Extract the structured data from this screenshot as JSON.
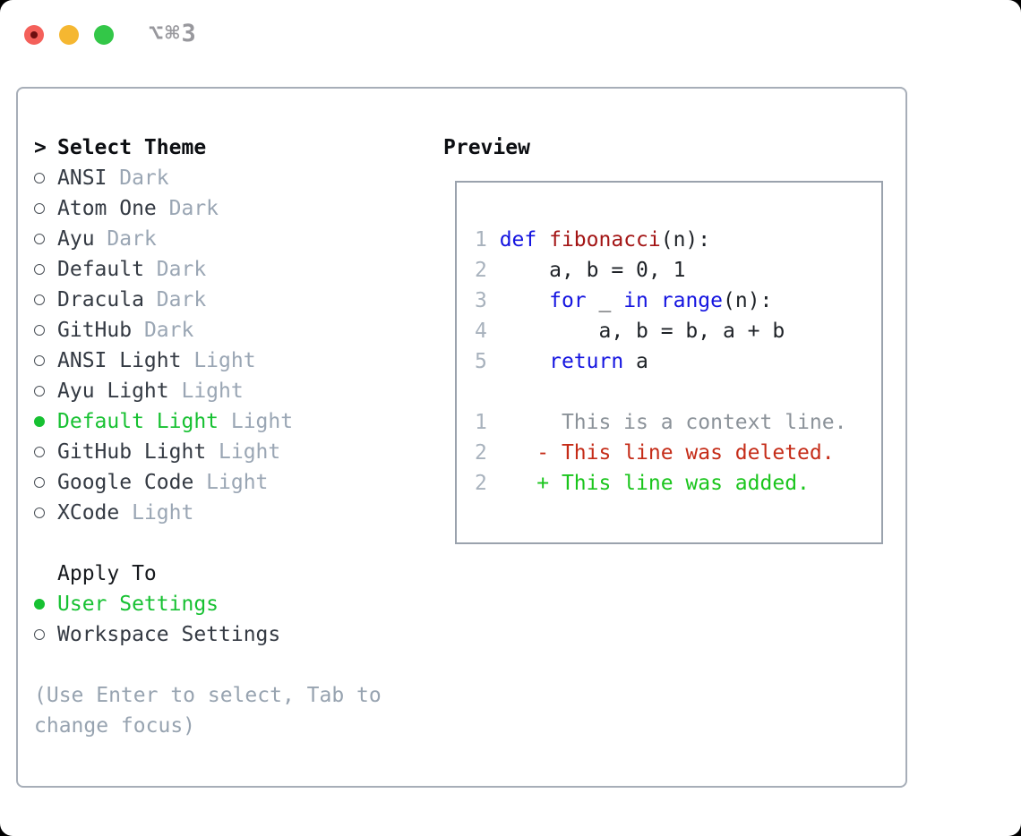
{
  "window": {
    "title": "⌥⌘3",
    "traffic_lights": [
      "close",
      "minimize",
      "zoom"
    ]
  },
  "colors": {
    "selection_green": "#17c132",
    "keyword_blue": "#1414e0",
    "function_red": "#a31515",
    "diff_deleted_red": "#c52c18",
    "diff_added_green": "#1ac51c",
    "context_gray": "#8b9299",
    "muted_label_gray": "#9aa6b4",
    "line_number_gray": "#a8b2bd",
    "panel_border_gray": "#a7aeb8"
  },
  "sidebar": {
    "header_prefix": ">",
    "header": "Select Theme",
    "themes": [
      {
        "name": "ANSI",
        "variant": "Dark",
        "selected": false
      },
      {
        "name": "Atom One",
        "variant": "Dark",
        "selected": false
      },
      {
        "name": "Ayu",
        "variant": "Dark",
        "selected": false
      },
      {
        "name": "Default",
        "variant": "Dark",
        "selected": false
      },
      {
        "name": "Dracula",
        "variant": "Dark",
        "selected": false
      },
      {
        "name": "GitHub",
        "variant": "Dark",
        "selected": false
      },
      {
        "name": "ANSI Light",
        "variant": "Light",
        "selected": false
      },
      {
        "name": "Ayu Light",
        "variant": "Light",
        "selected": false
      },
      {
        "name": "Default Light",
        "variant": "Light",
        "selected": true
      },
      {
        "name": "GitHub Light",
        "variant": "Light",
        "selected": false
      },
      {
        "name": "Google Code",
        "variant": "Light",
        "selected": false
      },
      {
        "name": "XCode",
        "variant": "Light",
        "selected": false
      }
    ],
    "apply_to": {
      "header": "Apply To",
      "options": [
        {
          "name": "User Settings",
          "selected": true
        },
        {
          "name": "Workspace Settings",
          "selected": false
        }
      ]
    },
    "hint": "(Use Enter to select, Tab to change focus)"
  },
  "preview": {
    "header": "Preview",
    "lines": [
      [
        [
          "ln",
          "1 "
        ],
        [
          "kw",
          "def"
        ],
        [
          "pl",
          " "
        ],
        [
          "fn",
          "fibonacci"
        ],
        [
          "pl",
          "(n):"
        ]
      ],
      [
        [
          "ln",
          "2 "
        ],
        [
          "pl",
          "    a, b = 0, 1"
        ]
      ],
      [
        [
          "ln",
          "3 "
        ],
        [
          "pl",
          "    "
        ],
        [
          "kw",
          "for"
        ],
        [
          "pl",
          " _ "
        ],
        [
          "kw",
          "in"
        ],
        [
          "pl",
          " "
        ],
        [
          "kw",
          "range"
        ],
        [
          "pl",
          "(n):"
        ]
      ],
      [
        [
          "ln",
          "4 "
        ],
        [
          "pl",
          "        a, b = b, a + b"
        ]
      ],
      [
        [
          "ln",
          "5 "
        ],
        [
          "pl",
          "    "
        ],
        [
          "kw",
          "return"
        ],
        [
          "pl",
          " a"
        ]
      ],
      [],
      [
        [
          "ln",
          "1"
        ],
        [
          "ctx",
          "      This is a context line."
        ]
      ],
      [
        [
          "ln",
          "2"
        ],
        [
          "pl",
          "    "
        ],
        [
          "del",
          "- This line was deleted."
        ]
      ],
      [
        [
          "ln",
          "2"
        ],
        [
          "pl",
          "    "
        ],
        [
          "add",
          "+ This line was added."
        ]
      ]
    ]
  }
}
